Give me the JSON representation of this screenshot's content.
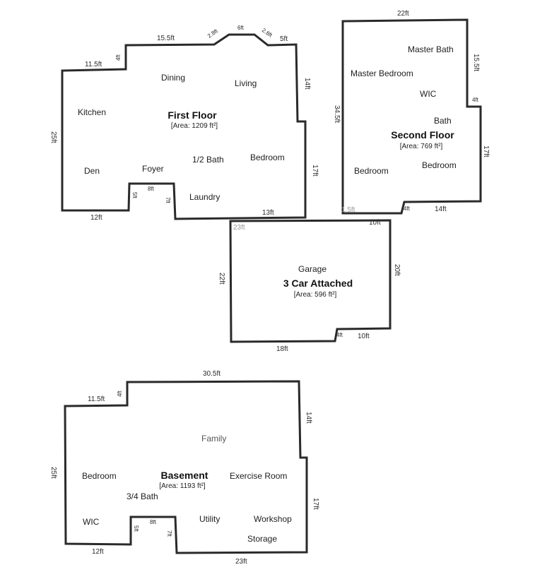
{
  "first_floor": {
    "title": "First Floor",
    "area": "[Area: 1209 ft²]",
    "rooms": [
      "Kitchen",
      "Dining",
      "Living",
      "Den",
      "Foyer",
      "1/2 Bath",
      "Bedroom",
      "Laundry"
    ],
    "dims": {
      "top": "15.5ft",
      "angled_left": "2.8ft",
      "top_middle": "6ft",
      "angled_right": "2.8ft",
      "top_right": "5ft",
      "right_upper": "14ft",
      "right_lower": "17ft",
      "left_top": "11.5ft",
      "left_step": "4ft",
      "left_side": "25ft",
      "bottom_left": "12ft",
      "notch_left": "5ft",
      "notch_top": "8ft",
      "notch_right": "7ft",
      "bottom_right": "13ft"
    }
  },
  "second_floor": {
    "title": "Second Floor",
    "area": "[Area: 769 ft²]",
    "rooms": [
      "Master Bath",
      "Master Bedroom",
      "WIC",
      "Bath",
      "Bedroom",
      "Bedroom"
    ],
    "dims": {
      "top": "22ft",
      "right_upper": "15.5ft",
      "right_step": "4ft",
      "left_side": "34.5ft",
      "right_lower": "17ft",
      "bottom_left": "1.5ft",
      "bottom_step": "4ft",
      "bottom_right": "14ft"
    }
  },
  "garage": {
    "title": "3 Car Attached",
    "label": "Garage",
    "area": "[Area: 596 ft²]",
    "dims": {
      "top_left": "23ft",
      "top_right": "10ft",
      "left_side": "22ft",
      "right_side": "20ft",
      "bottom": "18ft",
      "notch": "4ft",
      "bottom_right": "10ft"
    }
  },
  "basement": {
    "title": "Basement",
    "area": "[Area: 1193 ft²]",
    "rooms": [
      "Family",
      "Bedroom",
      "Exercise Room",
      "3/4 Bath",
      "WIC",
      "Utility",
      "Workshop",
      "Storage"
    ],
    "dims": {
      "top": "30.5ft",
      "left_top": "11.5ft",
      "left_step": "4ft",
      "left_side": "25ft",
      "right_upper": "14ft",
      "right_lower": "17ft",
      "bottom_left": "12ft",
      "notch_left": "5ft",
      "notch_top": "8ft",
      "notch_right": "7ft",
      "bottom": "23ft"
    }
  }
}
